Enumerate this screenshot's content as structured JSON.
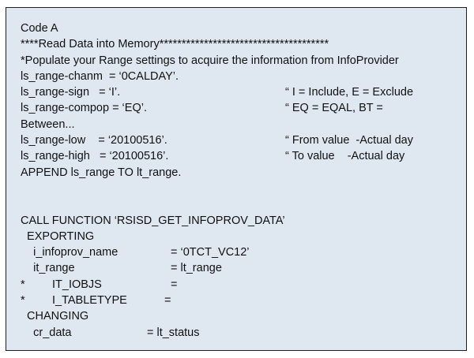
{
  "lines": [
    {
      "segs": [
        "Code A"
      ]
    },
    {
      "segs": [
        "****Read Data into Memory**************************************"
      ]
    },
    {
      "segs": [
        "*Populate your Range settings to acquire the information from InfoProvider"
      ]
    },
    {
      "segs": [
        "ls_range-chanm  = ‘0CALDAY’."
      ]
    },
    {
      "segs": [
        "ls_range-sign   = ‘I’.",
        "“ I = Include, E = Exclude"
      ]
    },
    {
      "segs": [
        "ls_range-compop = ‘EQ’.",
        "“ EQ = EQAL, BT ="
      ]
    },
    {
      "segs": [
        "Between..."
      ]
    },
    {
      "segs": [
        "ls_range-low    = ‘20100516’.",
        "“ From value  -Actual day"
      ]
    },
    {
      "segs": [
        "ls_range-high   = ‘20100516’.",
        "“ To value    -Actual day"
      ]
    },
    {
      "segs": [
        "APPEND ls_range TO lt_range."
      ]
    },
    {
      "segs": [
        ""
      ]
    },
    {
      "segs": [
        ""
      ]
    },
    {
      "segs": [
        "CALL FUNCTION ‘RSISD_GET_INFOPROV_DATA’"
      ]
    },
    {
      "segs": [
        "  EXPORTING"
      ]
    },
    {
      "segs": [
        "    i_infoprov_name",
        "= ‘0TCT_VC12’"
      ]
    },
    {
      "segs": [
        "    it_range",
        "= lt_range"
      ]
    },
    {
      "segs": [
        "*",
        "IT_IOBJS",
        "="
      ]
    },
    {
      "segs": [
        "*",
        "I_TABLETYPE",
        "="
      ]
    },
    {
      "segs": [
        "  CHANGING"
      ]
    },
    {
      "segs": [
        "    cr_data",
        "= lt_status"
      ]
    }
  ]
}
